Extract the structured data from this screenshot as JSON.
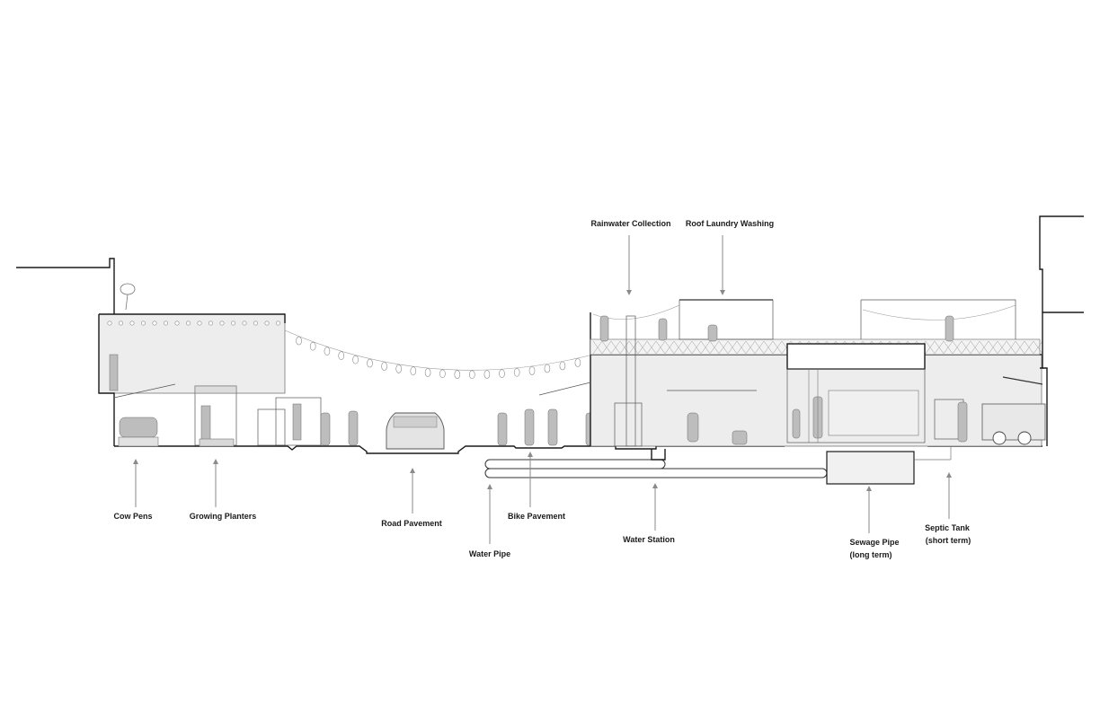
{
  "labels": {
    "cow_pens": "Cow Pens",
    "growing_planters": "Growing Planters",
    "road_pavement": "Road Pavement",
    "water_pipe": "Water Pipe",
    "bike_pavement": "Bike Pavement",
    "water_station": "Water Station",
    "sewage_pipe_line1": "Sewage Pipe",
    "sewage_pipe_line2": "(long term)",
    "septic_tank_line1": "Septic Tank",
    "septic_tank_line2": "(short term)",
    "rainwater_collection": "Rainwater Collection",
    "roof_laundry_washing": "Roof Laundry Washing"
  }
}
